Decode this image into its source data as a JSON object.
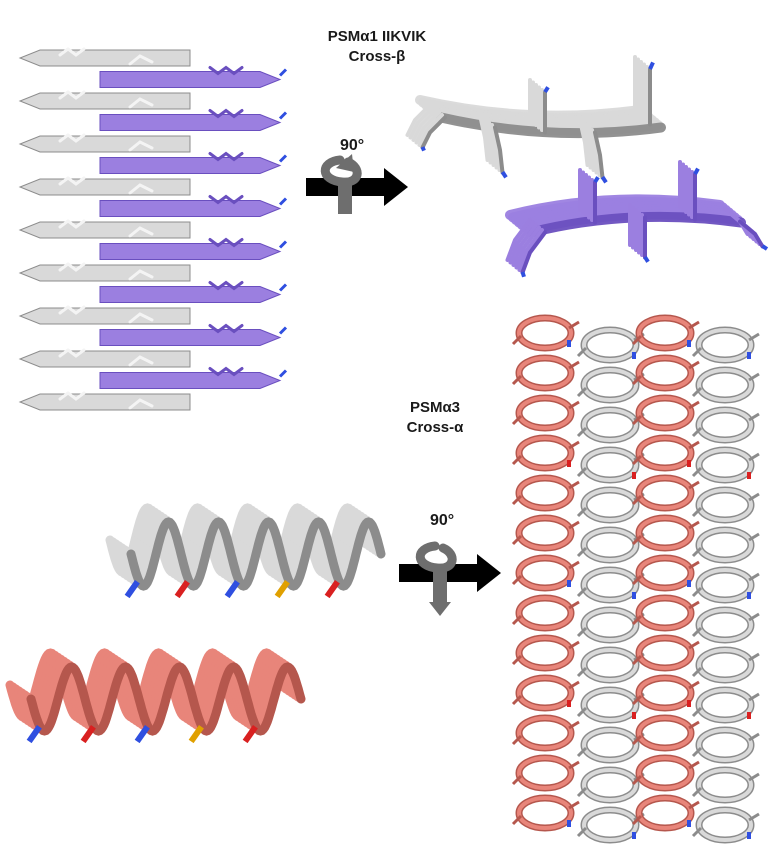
{
  "panels": {
    "top": {
      "title_line1": "PSMα1 IIKVIK",
      "title_line2": "Cross-β",
      "rotation": "90°"
    },
    "bottom": {
      "title_line1": "PSMα3",
      "title_line2": "Cross-α",
      "rotation": "90°"
    }
  },
  "colors": {
    "white_strand": "#d9d9d9",
    "white_edge": "#8c8c8c",
    "purple": "#9b7fe0",
    "purple_edge": "#6a4fbf",
    "salmon": "#e8857a",
    "salmon_edge": "#b5574d",
    "nitrogen": "#2f4fe0",
    "oxygen": "#d92020",
    "sulfur": "#e0a000",
    "arrow": "#000000",
    "rotation_arrow": "#6e6e6e"
  }
}
